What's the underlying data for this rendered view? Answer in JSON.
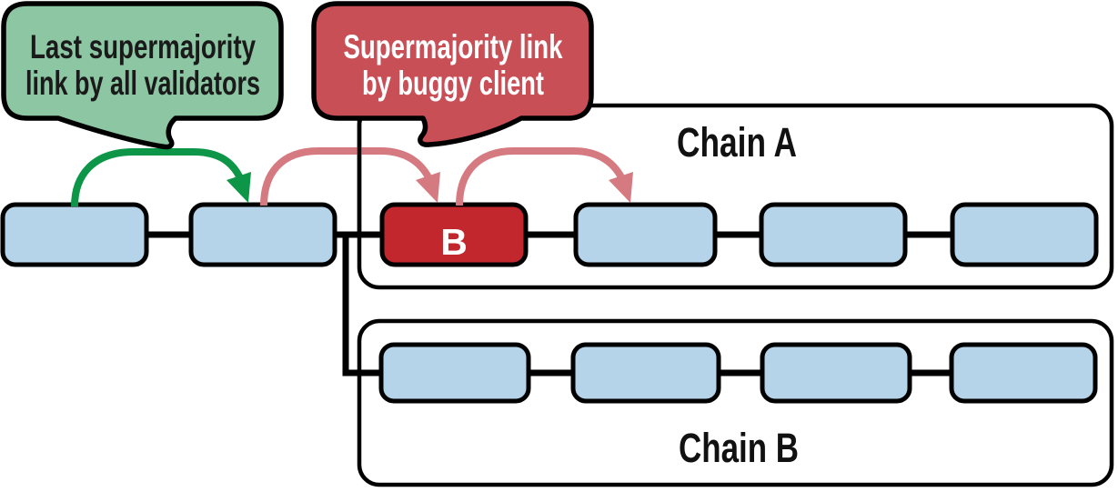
{
  "figure": {
    "type": "blockchain-fork-diagram",
    "callouts": {
      "green": {
        "line1": "Last supermajority",
        "line2": "link by all validators",
        "fill": "#8cc6a3",
        "text_color": "#1a1a1a"
      },
      "red": {
        "line1": "Supermajority link",
        "line2": "by buggy client",
        "fill": "#c94f57",
        "text_color": "#ffffff"
      }
    },
    "chain_a": {
      "title": "Chain A",
      "blocks_before_box": 2,
      "blocks_in_box": 4,
      "buggy_block_label": "B"
    },
    "chain_b": {
      "title": "Chain B",
      "blocks": 4
    },
    "colors": {
      "block_blue": "#b5d4ea",
      "block_red": "#c3272e",
      "arrow_green": "#0d9648",
      "arrow_pink": "#d67a81",
      "outline": "#000000",
      "box_fill": "#ffffff"
    }
  }
}
